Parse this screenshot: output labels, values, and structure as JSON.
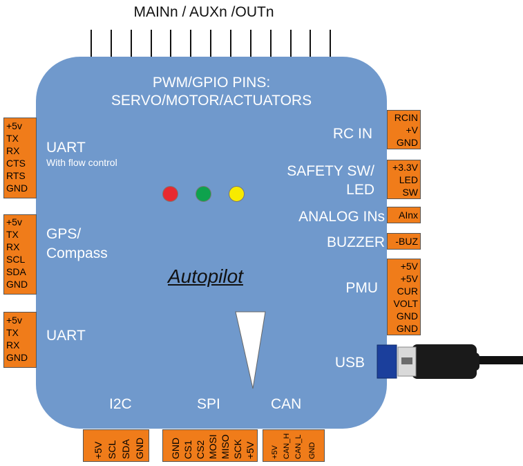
{
  "top_title": "MAINn / AUXn /OUTn",
  "board": {
    "pwm_line1": "PWM/GPIO PINS:",
    "pwm_line2": "SERVO/MOTOR/ACTUATORS",
    "name": "Autopilot",
    "left_labels": {
      "uart1": "UART",
      "uart1_sub": "With flow control",
      "gps_line1": "GPS/",
      "gps_line2": "Compass",
      "uart2": "UART"
    },
    "right_labels": {
      "rc_in": "RC IN",
      "safety_line1": "SAFETY SW/",
      "safety_line2": "LED",
      "analog": "ANALOG INs",
      "buzzer": "BUZZER",
      "pmu": "PMU",
      "usb": "USB"
    },
    "bottom_labels": {
      "i2c": "I2C",
      "spi": "SPI",
      "can": "CAN"
    },
    "leds": [
      "#e82a2f",
      "#0ea24d",
      "#f7ea00"
    ]
  },
  "connectors": {
    "left_uart1": [
      "+5v",
      "TX",
      "RX",
      "CTS",
      "RTS",
      "GND"
    ],
    "left_gps": [
      "+5v",
      "TX",
      "RX",
      "SCL",
      "SDA",
      "GND"
    ],
    "left_uart2": [
      "+5v",
      "TX",
      "RX",
      "GND"
    ],
    "right_rcin": [
      "RCIN",
      "+V",
      "GND"
    ],
    "right_safety": [
      "+3.3V",
      "LED",
      "SW"
    ],
    "right_analog": [
      "AInx"
    ],
    "right_buzzer": [
      "-BUZ"
    ],
    "right_pmu": [
      "+5V",
      "+5V",
      "CUR",
      "VOLT",
      "GND",
      "GND"
    ],
    "bottom_i2c": [
      "+5V",
      "SCL",
      "SDA",
      "GND"
    ],
    "bottom_spi": [
      "GND",
      "CS1",
      "CS2",
      "MOSI",
      "MISO",
      "SCK",
      "+5V"
    ],
    "bottom_can": [
      "+5V",
      "CAN_H",
      "CAN_L",
      "GND"
    ]
  },
  "colors": {
    "board": "#7099cc",
    "connector": "#f07c1a",
    "usb_plug": "#1b3f9c"
  }
}
